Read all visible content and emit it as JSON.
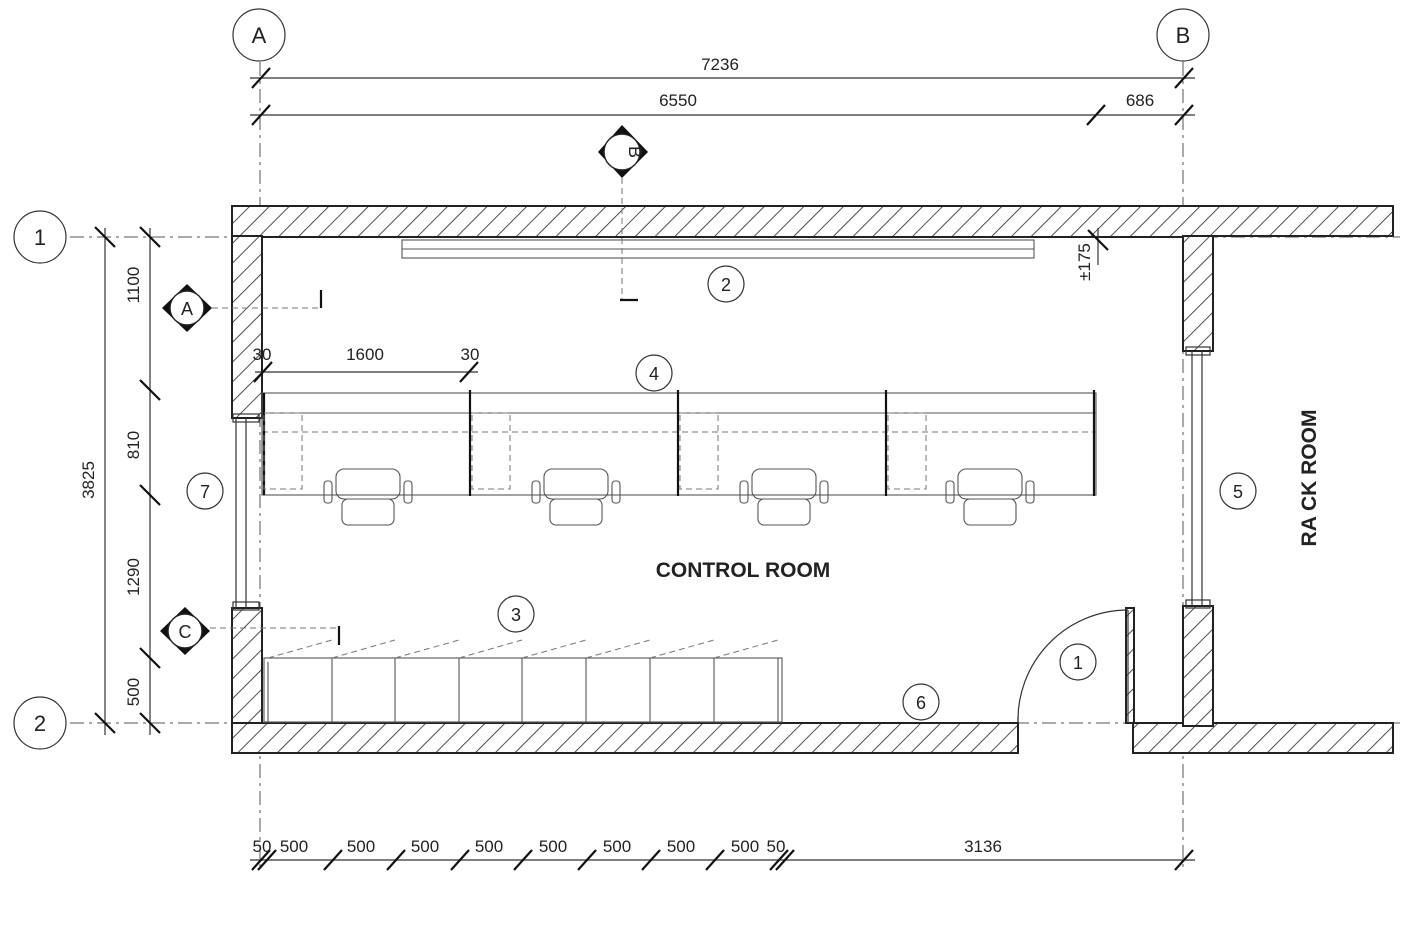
{
  "grid": {
    "col_a": "A",
    "col_b": "B",
    "row_1": "1",
    "row_2": "2"
  },
  "dims_top": {
    "overall": "7236",
    "main": "6550",
    "right": "686"
  },
  "dims_left": {
    "total": "3825",
    "seg1": "1100",
    "seg2": "810",
    "seg3": "1290",
    "seg4": "500"
  },
  "dims_bottom": [
    "50",
    "500",
    "500",
    "500",
    "500",
    "500",
    "500",
    "500",
    "500",
    "50",
    "3136"
  ],
  "dims_desk": {
    "left_gap": "30",
    "width": "1600",
    "right_gap": "30"
  },
  "dim_ceiling": "±175",
  "sections": {
    "a": "A",
    "b": "B",
    "c": "C"
  },
  "tags": [
    "1",
    "2",
    "3",
    "4",
    "5",
    "6",
    "7"
  ],
  "rooms": {
    "control": "CONTROL ROOM",
    "rack": "RA CK ROOM"
  }
}
